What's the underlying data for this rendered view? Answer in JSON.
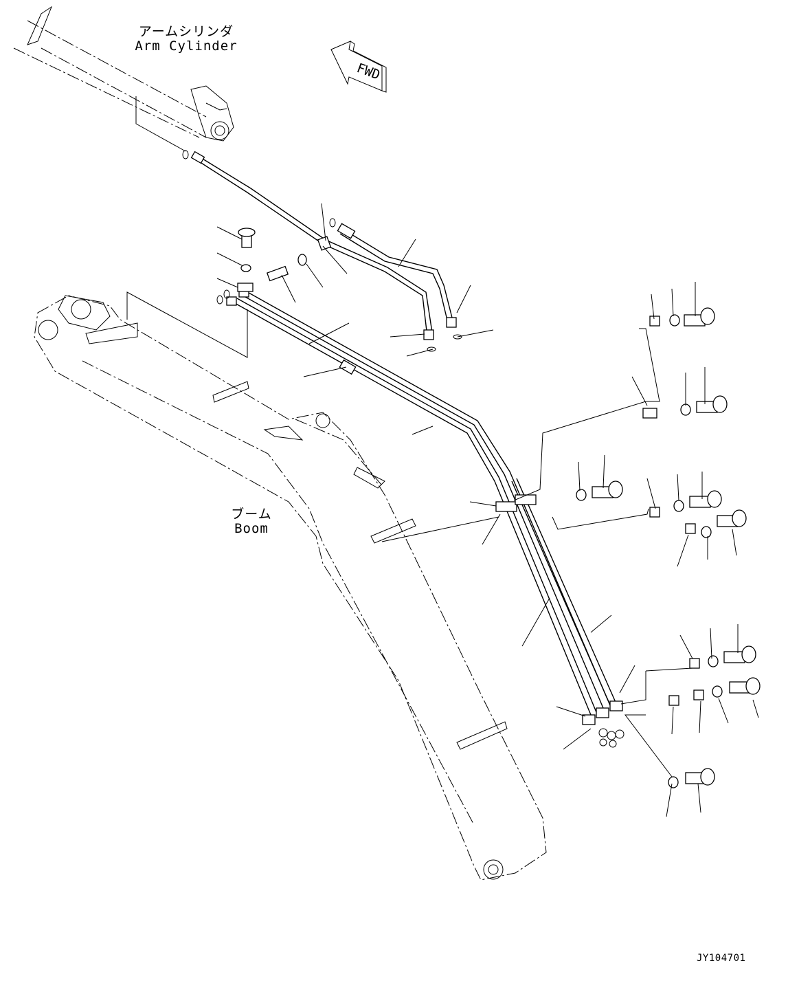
{
  "labels": {
    "arm_cylinder_jp": "アームシリンダ",
    "arm_cylinder_en": "Arm Cylinder",
    "boom_jp": "ブーム",
    "boom_en": "Boom",
    "fwd": "FWD",
    "drawing_code": "JY104701"
  }
}
